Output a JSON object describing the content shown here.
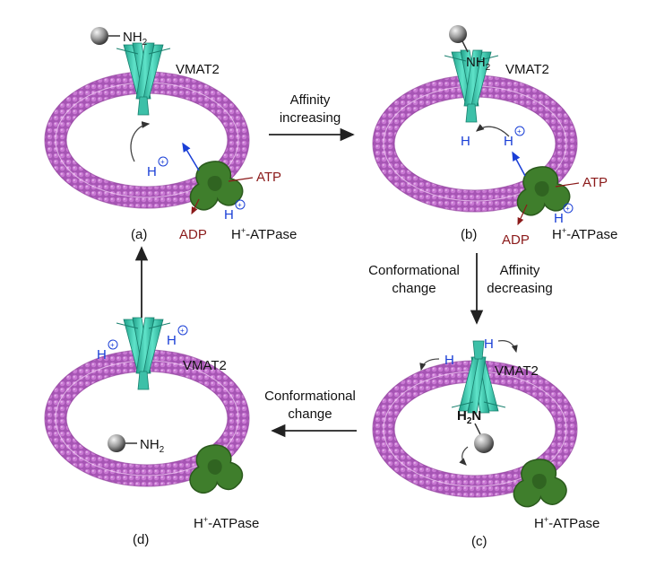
{
  "colors": {
    "membrane": "#b560c0",
    "membrane_dark": "#8d3e9a",
    "transporter": "#46d1b8",
    "transporter_dark": "#1f9e88",
    "atpase": "#3f7e2c",
    "atpase_dark": "#2b5a1d",
    "proton": "#1a3fd6",
    "atp_text": "#8b1a1a"
  },
  "icons": {
    "ligand": "gray-sphere",
    "transporter": "vmat2-helix-bundle",
    "pump": "atpase-trefoil"
  },
  "labels": {
    "nh2_a": "NH",
    "nh2_b": "NH",
    "nh2_d": "NH",
    "h2n_c": "H",
    "sub2": "2",
    "n_c": "N",
    "vmat2": "VMAT2",
    "atp": "ATP",
    "adp": "ADP",
    "h": "H",
    "plus": "+",
    "atpase_prefix": "H",
    "atpase_suffix": "-ATPase"
  },
  "panels": {
    "a": "(a)",
    "b": "(b)",
    "c": "(c)",
    "d": "(d)"
  },
  "arrows": {
    "a_to_b_line1": "Affinity",
    "a_to_b_line2": "increasing",
    "b_to_c_left_line1": "Conformational",
    "b_to_c_left_line2": "change",
    "b_to_c_right_line1": "Affinity",
    "b_to_c_right_line2": "decreasing",
    "c_to_d_line1": "Conformational",
    "c_to_d_line2": "change"
  }
}
